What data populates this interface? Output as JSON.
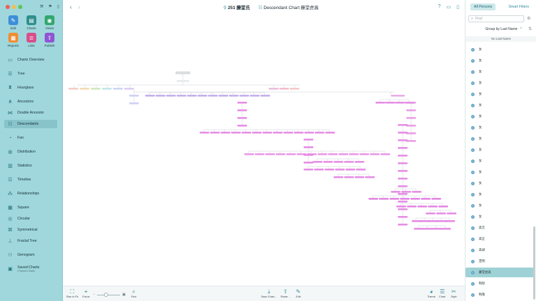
{
  "window": {
    "title_count": "251 藤堂氏",
    "chart_title": "Descendant Chart 藤堂虎高"
  },
  "colors": {
    "sidebar": "#9fd7dc",
    "accent": "#2f8a9b",
    "node_magenta": "#e27be0",
    "node_purple": "#b59ce8",
    "selected_row": "#9fd2d6"
  },
  "toolbar_top": {
    "tools": [
      {
        "label": "Edit",
        "icon": "pencil-icon",
        "glyph": "✎",
        "color": "c-blue"
      },
      {
        "label": "Charts",
        "icon": "charts-icon",
        "glyph": "▤",
        "color": "c-teal"
      },
      {
        "label": "Views",
        "icon": "eye-icon",
        "glyph": "◉",
        "color": "c-green"
      },
      {
        "label": "Reports",
        "icon": "reports-icon",
        "glyph": "▦",
        "color": "c-orange"
      },
      {
        "label": "Lists",
        "icon": "list-icon",
        "glyph": "≣",
        "color": "c-pink"
      },
      {
        "label": "Publish",
        "icon": "publish-icon",
        "glyph": "⇪",
        "color": "c-purple"
      }
    ]
  },
  "sidebar": {
    "items": [
      {
        "label": "Charts Overview",
        "icon": "charts-overview-icon",
        "glyph": "▭"
      },
      {
        "label": "Tree",
        "icon": "tree-icon",
        "glyph": "☰"
      },
      {
        "label": "Hourglass",
        "icon": "hourglass-icon",
        "glyph": "⧗"
      },
      {
        "label": "Ancestors",
        "icon": "ancestors-icon",
        "glyph": "⋔"
      },
      {
        "label": "Double Ancestor",
        "icon": "double-ancestor-icon",
        "glyph": "⋈"
      },
      {
        "label": "Descendants",
        "icon": "descendants-icon",
        "glyph": "☷",
        "active": true
      },
      {
        "label": "Fan",
        "icon": "fan-icon",
        "glyph": "◔"
      },
      {
        "label": "Distribution",
        "icon": "distribution-icon",
        "glyph": "◍"
      },
      {
        "label": "Statistics",
        "icon": "statistics-icon",
        "glyph": "▥"
      },
      {
        "label": "Timeline",
        "icon": "timeline-icon",
        "glyph": "☲"
      },
      {
        "label": "Relationships",
        "icon": "relationships-icon",
        "glyph": "⁂"
      },
      {
        "label": "Square",
        "icon": "square-icon",
        "glyph": "▦"
      },
      {
        "label": "Circular",
        "icon": "circular-icon",
        "glyph": "◎"
      },
      {
        "label": "Symmetrical",
        "icon": "symmetrical-icon",
        "glyph": "⌘"
      },
      {
        "label": "Fractal Tree",
        "icon": "fractal-tree-icon",
        "glyph": "⊥"
      },
      {
        "label": "Genogram",
        "icon": "genogram-icon",
        "glyph": "⚇"
      },
      {
        "label": "Saved Charts",
        "sub": "0 Saved Charts",
        "icon": "saved-charts-icon",
        "glyph": "▣"
      }
    ]
  },
  "bottom_toolbar": {
    "size_to_fit": "Size to Fit",
    "focus": "Focus",
    "find": "Find",
    "save_chart": "Save Chart…",
    "share": "Share…",
    "edit": "Edit",
    "theme": "Theme",
    "chart": "Chart",
    "style": "Style"
  },
  "right_panel": {
    "tabs": [
      "All Persons",
      "Smart Filters"
    ],
    "find_placeholder": "Find",
    "group_by": "Group by Last Name",
    "section": "No Last Name",
    "persons": [
      "女",
      "女",
      "女",
      "女",
      "女",
      "女",
      "女",
      "女",
      "女",
      "女",
      "女",
      "女",
      "女",
      "女",
      "女",
      "女",
      "高吉",
      "高正",
      "高昶",
      "定明",
      "藤堂虎高",
      "利耐",
      "利隆"
    ],
    "selected_index": 20
  }
}
